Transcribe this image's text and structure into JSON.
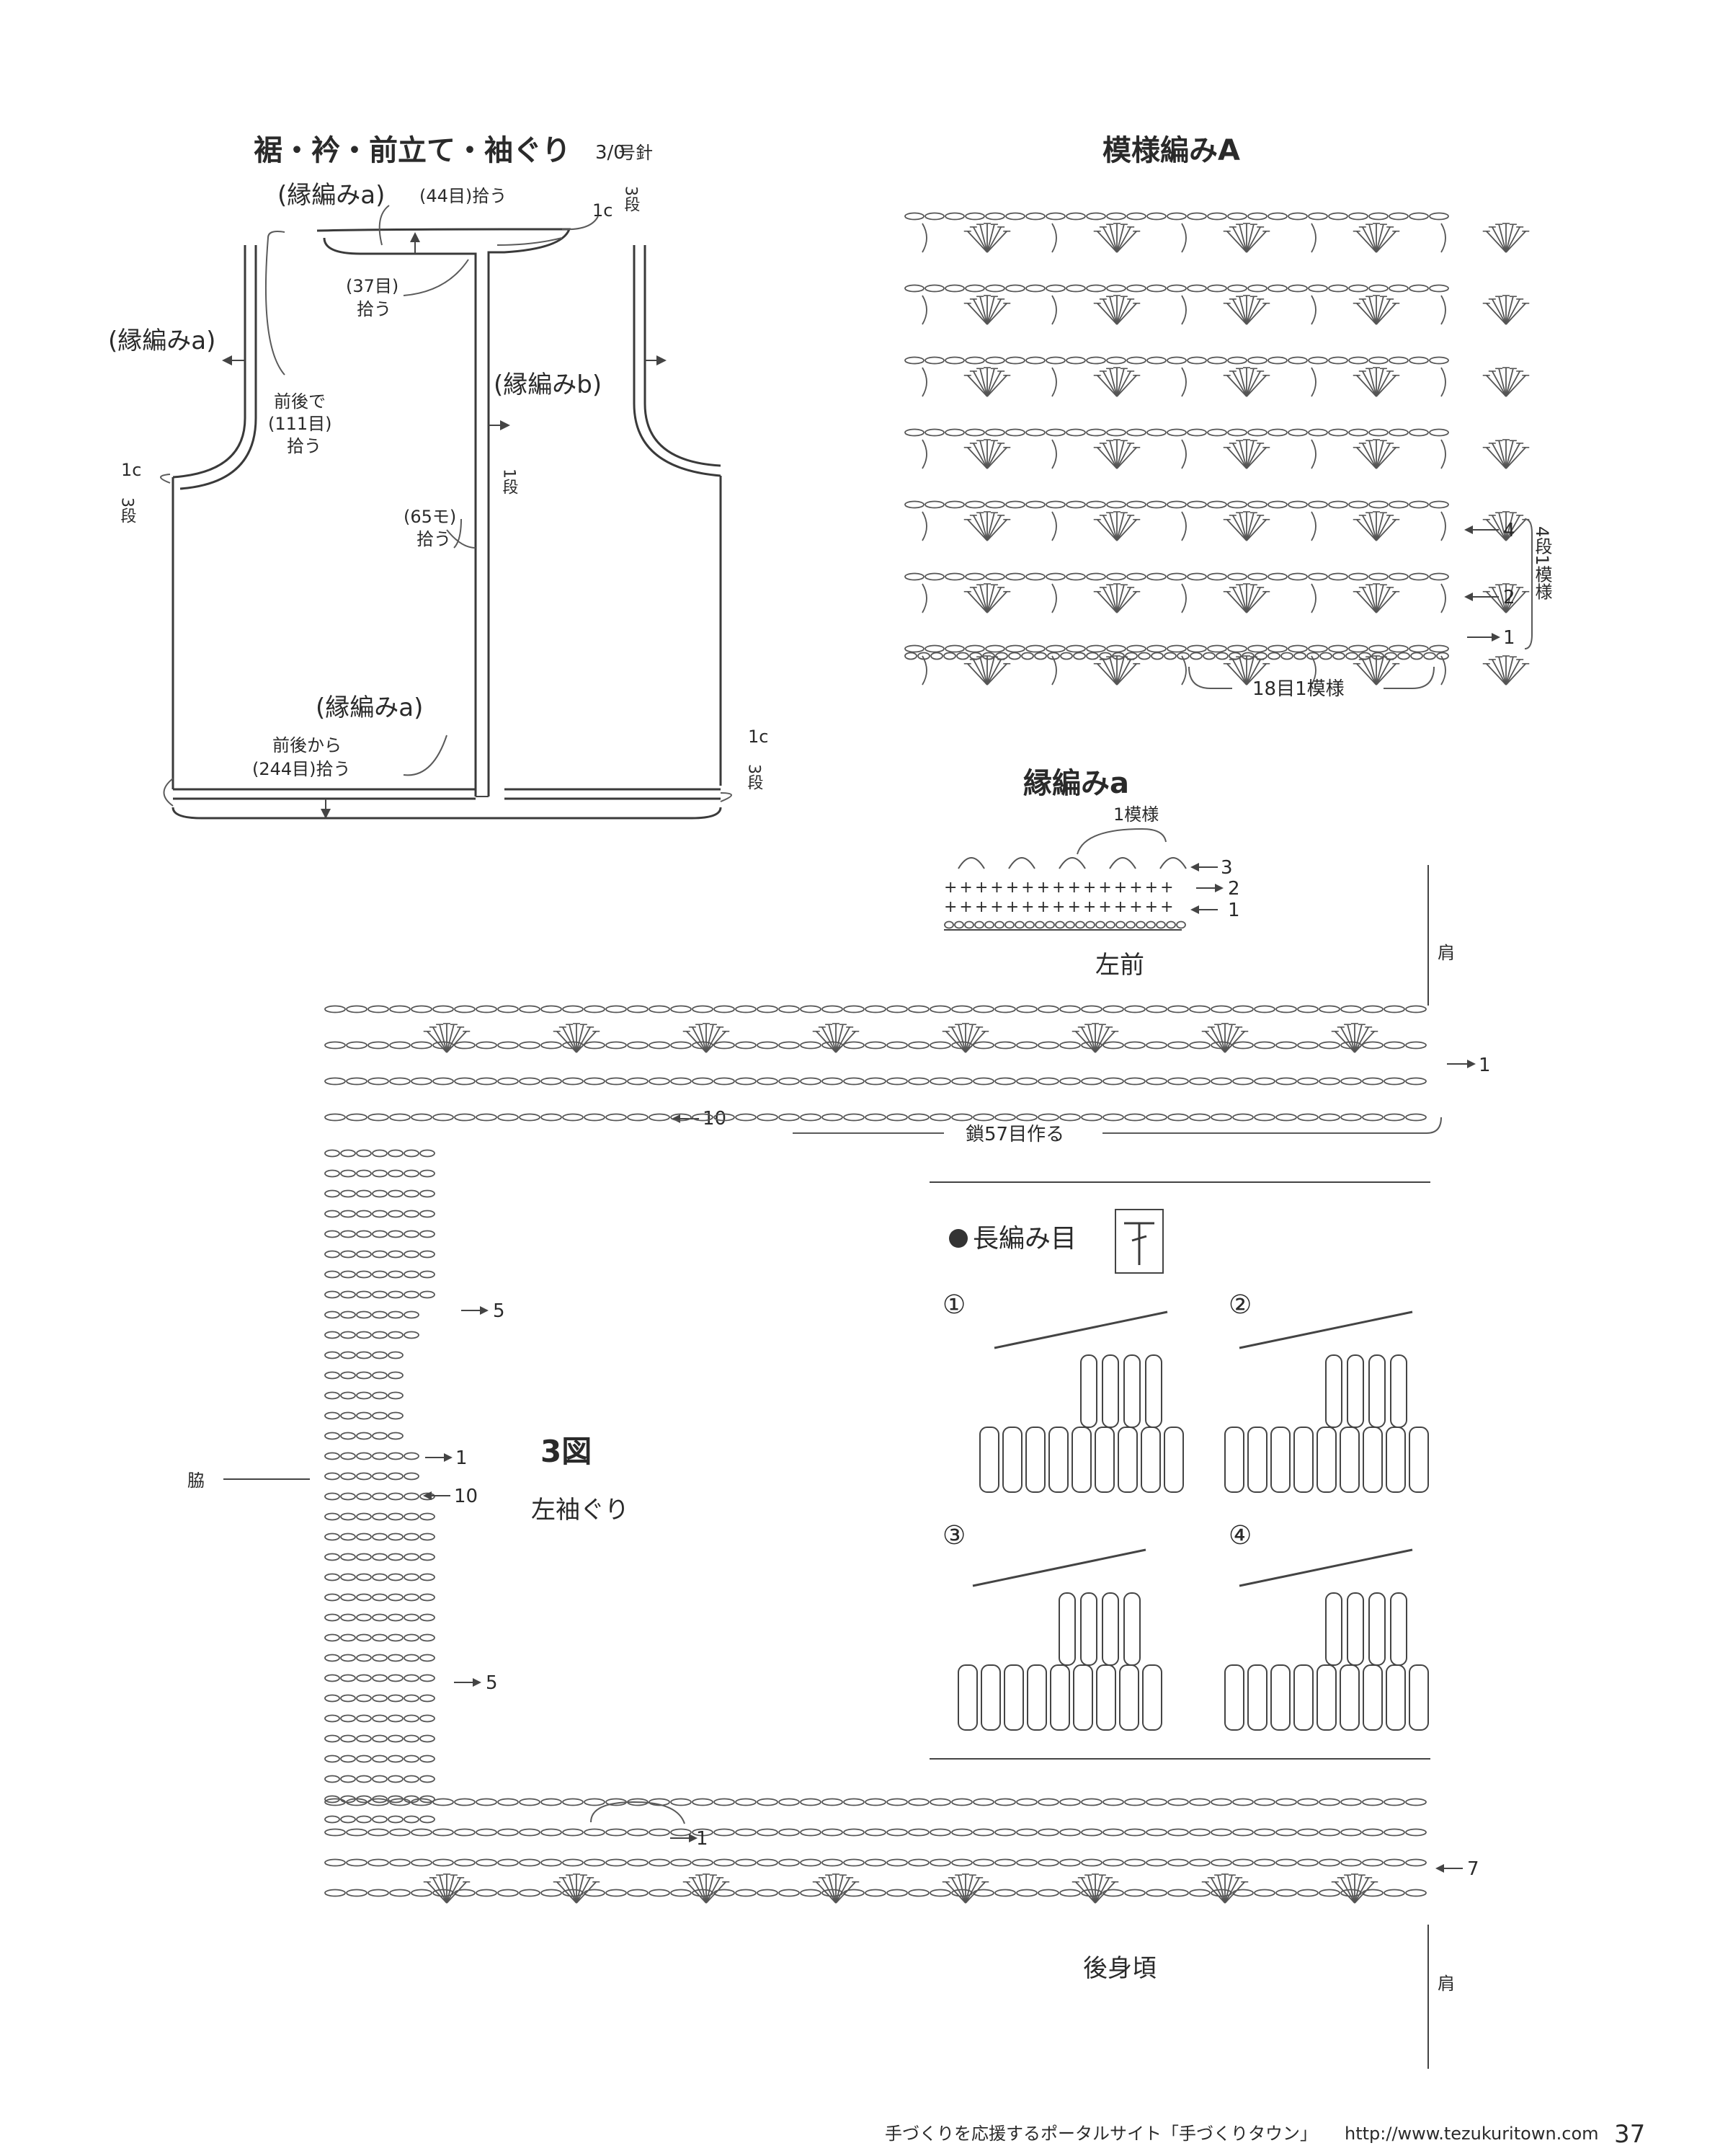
{
  "garment": {
    "title": "裾・衿・前立て・袖ぐり",
    "needle_size": "3/0",
    "needle_unit": "号針",
    "labels": {
      "edge_a_top": "(縁編みa)",
      "pick_44": "(44目)拾う",
      "gauge_top": "1c",
      "gauge_top_rows": "3段",
      "pick_37_a": "(37目)",
      "pick_37_b": "拾う",
      "edge_a_left": "(縁編みa)",
      "edge_b": "(縁編みb)",
      "front_back_a": "前後で",
      "front_back_b": "(111目)",
      "front_back_c": "拾う",
      "gauge_left": "1c",
      "gauge_left_rows": "3段",
      "row_1": "1段",
      "pick_65_a": "(65モ)",
      "pick_65_b": "拾う",
      "edge_a_bottom": "(縁編みa)",
      "hem_a": "前後から",
      "hem_b": "(244目)拾う",
      "gauge_right": "1c",
      "gauge_right_rows": "3段"
    }
  },
  "pattern_a": {
    "title": "模様編みA",
    "row_labels": [
      "4",
      "2",
      "1"
    ],
    "repeat_rows": "4段1模様",
    "repeat_stitches": "18目1模様"
  },
  "edge_a": {
    "title": "縁編みa",
    "repeat": "1模様",
    "row_labels": [
      "3",
      "2",
      "1"
    ],
    "plus_row": "+++++++++++++++"
  },
  "figure3": {
    "left_front": "左前",
    "shoulder_top": "肩",
    "row_1_top": "1",
    "row_10": "10",
    "chain": "鎖57目作る",
    "row_5_a": "5",
    "side": "脇",
    "row_1_mid": "1",
    "row_10_mid": "10",
    "figure_no": "3図",
    "armhole": "左袖ぐり",
    "row_5_b": "5",
    "row_1_low": "1",
    "row_7": "7",
    "back_body": "後身頃",
    "shoulder_bottom": "肩"
  },
  "dc_howto": {
    "title": "長編み目",
    "symbol": "T",
    "steps": [
      "①",
      "②",
      "③",
      "④"
    ]
  },
  "footer": {
    "text": "手づくりを応援するポータルサイト「手づくりタウン」",
    "url": "http://www.tezukuritown.com",
    "page_number": "37"
  }
}
